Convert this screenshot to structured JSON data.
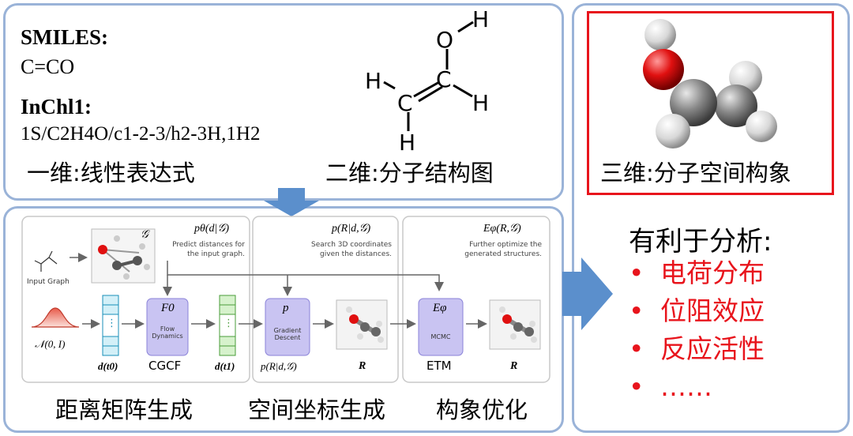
{
  "top_panel": {
    "smiles_label": "SMILES:",
    "smiles_value": "C=CO",
    "inchi_label": "InChl1:",
    "inchi_value": "1S/C2H4O/c1-2-3/h2-3H,1H2",
    "caption_1d": "一维:线性表达式",
    "caption_2d": "二维:分子结构图",
    "atoms": {
      "H": "H",
      "O": "O",
      "C": "C"
    }
  },
  "right_panel": {
    "caption_3d": "三维:分子空间构象",
    "analysis_title": "有利于分析:",
    "bullets": [
      "电荷分布",
      "位阻效应",
      "反应活性",
      "……"
    ],
    "bullet_char": "•",
    "colors": {
      "red": "#e8141c",
      "frame": "#9ab3d8",
      "arrow": "#5b8fcc"
    }
  },
  "pipeline": {
    "input_graph_label": "Input Graph",
    "g_symbol": "𝒢",
    "stage1": {
      "formula": "pθ(d|𝒢)",
      "desc1": "Predict distances for",
      "desc2": "the input graph."
    },
    "stage2": {
      "formula": "p(R|d,𝒢)",
      "desc1": "Search 3D coordinates",
      "desc2": "given the distances."
    },
    "stage3": {
      "formula": "Eφ(R,𝒢)",
      "desc1": "Further optimize the",
      "desc2": "generated structures."
    },
    "noise_label": "𝒩(0, I)",
    "d0_label": "d(t0)",
    "d1_label": "d(t1)",
    "flow": {
      "symbol": "F0",
      "line1": "Flow",
      "line2": "Dynamics"
    },
    "cgcf": "CGCF",
    "gd": {
      "symbol": "p",
      "line1": "Gradient",
      "line2": "Descent"
    },
    "gd_label": "p(R|d,𝒢)",
    "r_label": "R",
    "mcmc": {
      "symbol": "Eφ",
      "line1": "MCMC"
    },
    "etm": "ETM",
    "r_label2": "R",
    "vdots": "⋮",
    "captions": [
      "距离矩阵生成",
      "空间坐标生成",
      "构象优化"
    ]
  }
}
